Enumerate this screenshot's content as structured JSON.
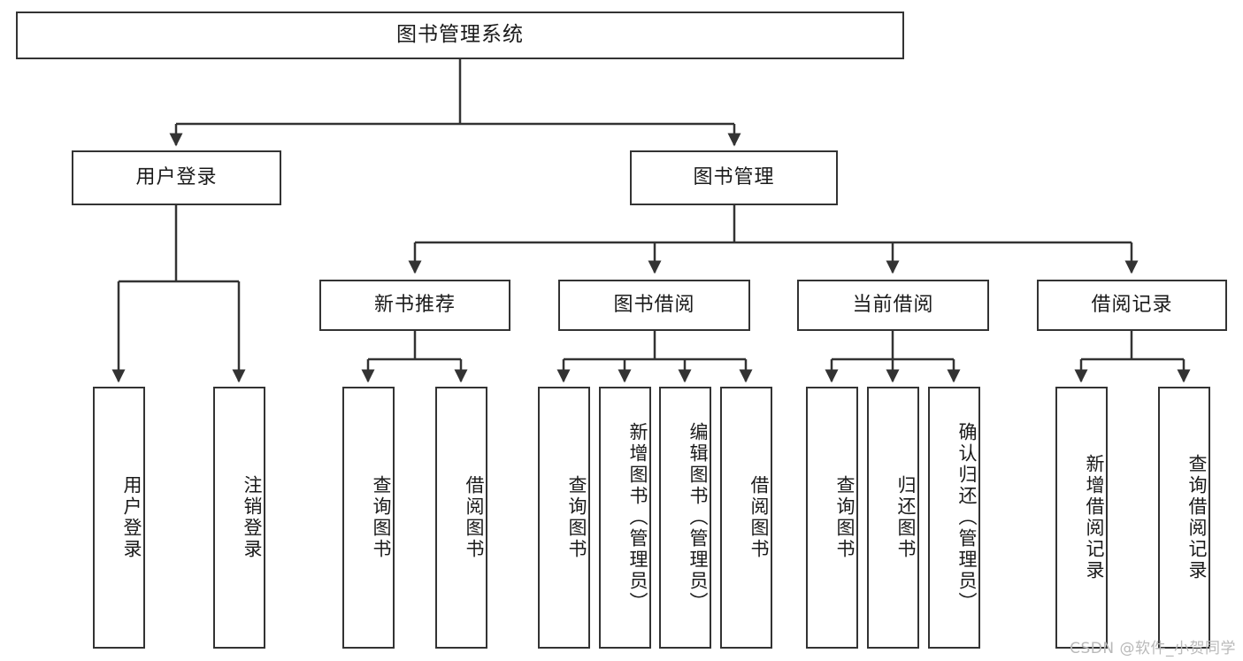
{
  "diagram": {
    "title": "图书管理系统",
    "type": "tree-hierarchy",
    "watermark": "CSDN @软件_小贺同学",
    "stroke_color": "#333333",
    "fill_color": "#ffffff",
    "text_color": "#1a1a1a",
    "levels": {
      "root": {
        "label": "图书管理系统"
      },
      "level2": [
        {
          "label": "用户登录"
        },
        {
          "label": "图书管理"
        }
      ],
      "level3": [
        {
          "label": "新书推荐"
        },
        {
          "label": "图书借阅"
        },
        {
          "label": "当前借阅"
        },
        {
          "label": "借阅记录"
        }
      ],
      "leaves": {
        "user_login": [
          {
            "label": "用户登录"
          },
          {
            "label": "注销登录"
          }
        ],
        "new_book_recommend": [
          {
            "label": "查询图书"
          },
          {
            "label": "借阅图书"
          }
        ],
        "book_borrow": [
          {
            "label": "查询图书"
          },
          {
            "label": "新增图书（管理员）"
          },
          {
            "label": "编辑图书（管理员）"
          },
          {
            "label": "借阅图书"
          }
        ],
        "current_borrow": [
          {
            "label": "查询图书"
          },
          {
            "label": "归还图书"
          },
          {
            "label": "确认归还（管理员）"
          }
        ],
        "borrow_record": [
          {
            "label": "新增借阅记录"
          },
          {
            "label": "查询借阅记录"
          }
        ]
      }
    }
  }
}
